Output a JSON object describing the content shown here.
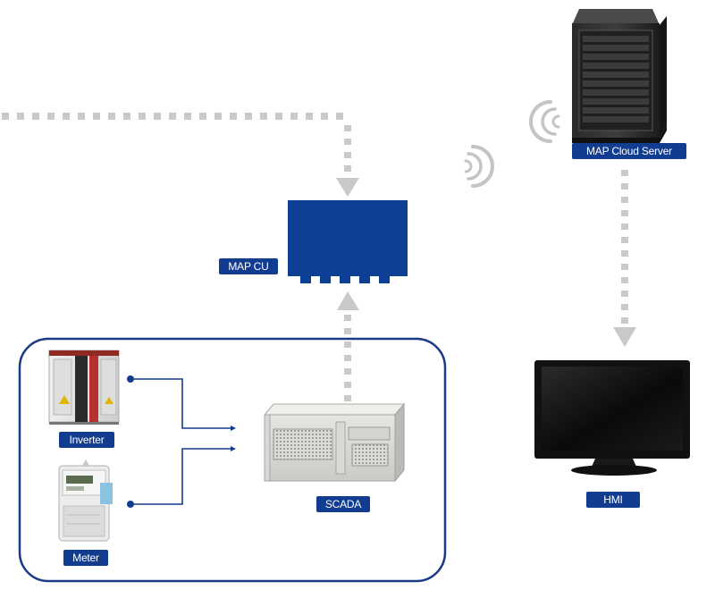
{
  "diagram": {
    "labels": {
      "cloud_server": "MAP Cloud Server",
      "map_cu": "MAP CU",
      "inverter": "Inverter",
      "meter": "Meter",
      "scada": "SCADA",
      "hmi": "HMI"
    },
    "colors": {
      "brand_blue": "#123c8f",
      "cu_blue": "#0d3f95",
      "dotted_arrow": "#c9c9c9",
      "group_border": "#1a3a86"
    },
    "icons": [
      "server-rack-icon",
      "wireless-signal-icon",
      "inverter-cabinet-icon",
      "electric-meter-icon",
      "scada-computer-icon",
      "monitor-icon"
    ]
  }
}
